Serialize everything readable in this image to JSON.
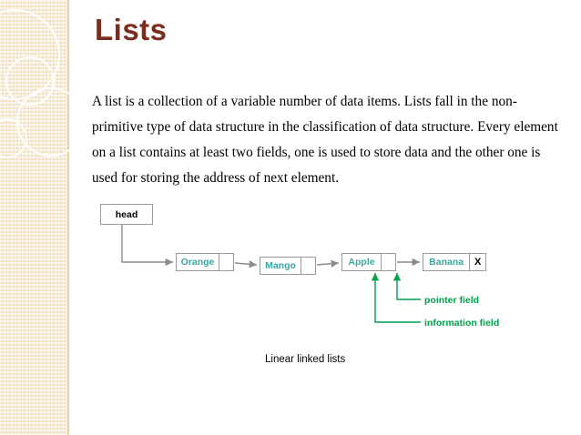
{
  "slide": {
    "title": "Lists",
    "body": "A list is a collection of a variable number of data items. Lists fall in the non-primitive type of data structure in the classification of data structure. Every element on a list contains at least two fields, one is used to store data and the other one is used for storing the address of next element.",
    "caption": "Linear linked lists",
    "colors": {
      "title": "#7b2e1d",
      "node_text": "#3aa6a0",
      "annotation": "#00a14b",
      "band": "#efdfbe",
      "arrow": "#808080"
    }
  },
  "diagram": {
    "head_label": "head",
    "nodes": [
      {
        "data": "Orange",
        "pointer": ""
      },
      {
        "data": "Mango",
        "pointer": ""
      },
      {
        "data": "Apple",
        "pointer": ""
      },
      {
        "data": "Banana",
        "pointer": "X"
      }
    ],
    "annotations": [
      {
        "label": "pointer field"
      },
      {
        "label": "information field"
      }
    ]
  }
}
